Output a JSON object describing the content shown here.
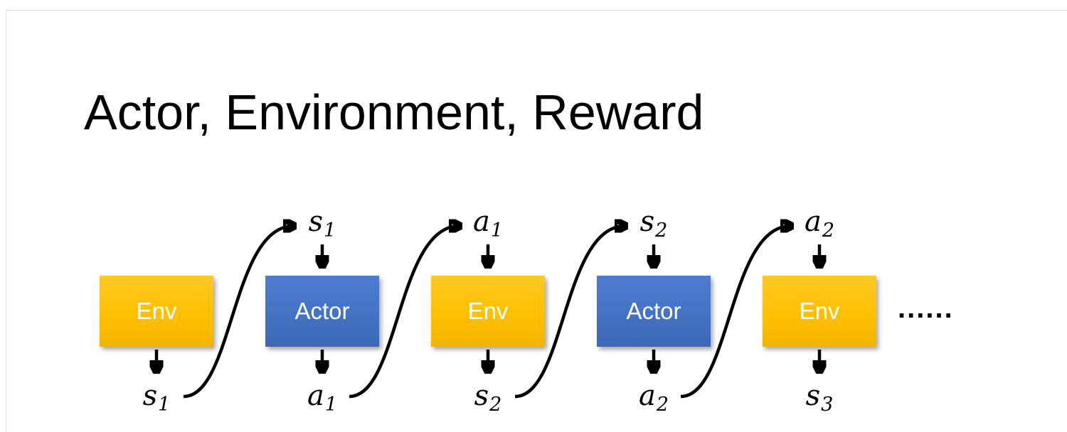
{
  "title": "Actor, Environment, Reward",
  "ellipsis": "......",
  "colors": {
    "env_box": "#FFC000",
    "actor_box": "#4472C4",
    "box_text": "#FFFFFF",
    "arrow": "#000000",
    "title_text": "#000000"
  },
  "units": [
    {
      "kind": "env",
      "label": "Env",
      "top": null,
      "bottom": {
        "base": "s",
        "sub": "1"
      }
    },
    {
      "kind": "actor",
      "label": "Actor",
      "top": {
        "base": "s",
        "sub": "1"
      },
      "bottom": {
        "base": "a",
        "sub": "1"
      }
    },
    {
      "kind": "env",
      "label": "Env",
      "top": {
        "base": "a",
        "sub": "1"
      },
      "bottom": {
        "base": "s",
        "sub": "2"
      }
    },
    {
      "kind": "actor",
      "label": "Actor",
      "top": {
        "base": "s",
        "sub": "2"
      },
      "bottom": {
        "base": "a",
        "sub": "2"
      }
    },
    {
      "kind": "env",
      "label": "Env",
      "top": {
        "base": "a",
        "sub": "2"
      },
      "bottom": {
        "base": "s",
        "sub": "3"
      }
    }
  ]
}
